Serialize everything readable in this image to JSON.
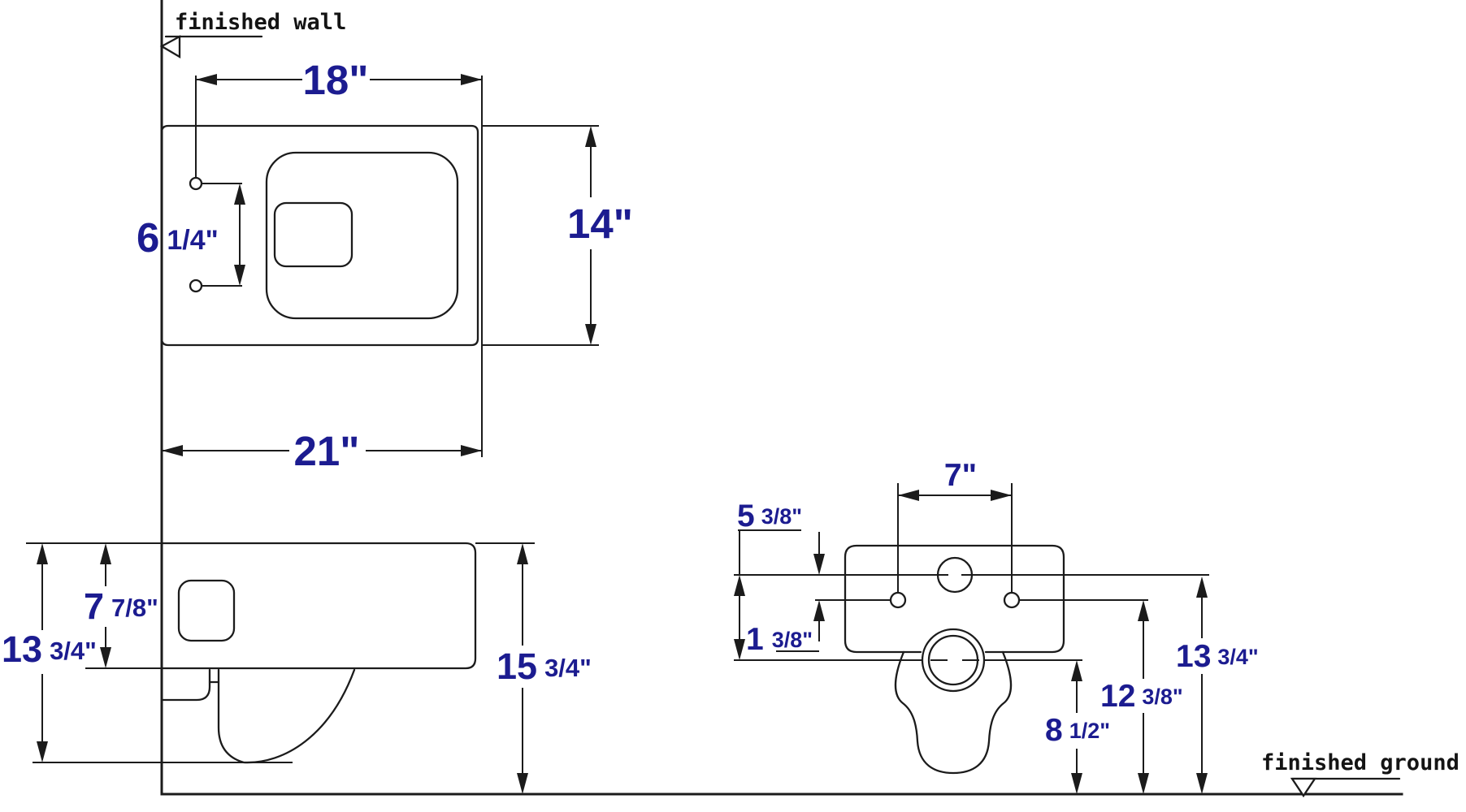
{
  "colors": {
    "ink": "#1b1b1b",
    "dim_text": "#1c1c90",
    "background": "#ffffff"
  },
  "callouts": {
    "wall": "finished wall",
    "ground": "finished ground"
  },
  "top_view": {
    "dims": {
      "seat_depth": {
        "main": "18\"",
        "frac": ""
      },
      "overall_depth": {
        "main": "21\"",
        "frac": ""
      },
      "overall_width": {
        "main": "14\"",
        "frac": ""
      },
      "hole_spacing": {
        "main": "6",
        "frac": "1/4\""
      }
    }
  },
  "side_view": {
    "dims": {
      "body_height": {
        "main": "7",
        "frac": "7/8\""
      },
      "depth_below": {
        "main": "13",
        "frac": "3/4\""
      },
      "overall_height": {
        "main": "15",
        "frac": "3/4\""
      }
    }
  },
  "rear_view": {
    "dims": {
      "stud_spacing": {
        "main": "7\"",
        "frac": ""
      },
      "supply_offset": {
        "main": "5",
        "frac": "3/8\""
      },
      "supply_to_studs": {
        "main": "1",
        "frac": "3/8\""
      },
      "drain_height": {
        "main": "8",
        "frac": "1/2\""
      },
      "stud_height": {
        "main": "12",
        "frac": "3/8\""
      },
      "supply_height": {
        "main": "13",
        "frac": "3/4\""
      }
    }
  }
}
